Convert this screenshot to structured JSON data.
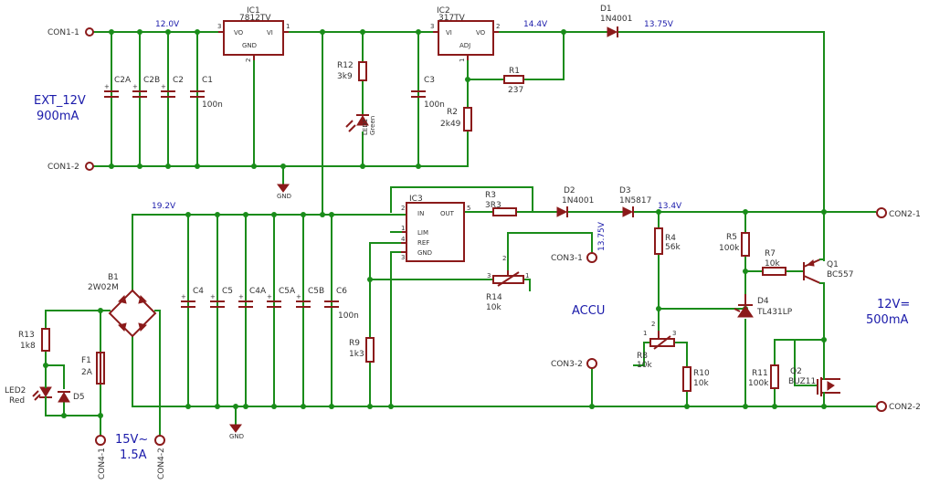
{
  "connectors": {
    "con1_1": "CON1-1",
    "con1_2": "CON1-2",
    "con2_1": "CON2-1",
    "con2_2": "CON2-2",
    "con3_1": "CON3-1",
    "con3_2": "CON3-2",
    "con4_1": "CON4-1",
    "con4_2": "CON4-2"
  },
  "nets": {
    "v12": "12.0V",
    "v14_4": "14.4V",
    "v13_75a": "13.75V",
    "v19_2": "19.2V",
    "v13_4": "13.4V",
    "v13_75b": "13.75V",
    "gnd1": "GND",
    "gnd2": "GND"
  },
  "labels": {
    "ext_line1": "EXT_12V",
    "ext_line2": "900mA",
    "out_line1": "12V=",
    "out_line2": "500mA",
    "in_line1": "15V~",
    "in_line2": "1.5A",
    "accu": "ACCU"
  },
  "components": {
    "ic1": {
      "name": "IC1",
      "value": "7812TV",
      "p1": "VO",
      "p2": "VI",
      "p3": "GND",
      "n1": "3",
      "n2": "1",
      "n3": "2"
    },
    "ic2": {
      "name": "IC2",
      "value": "317TV",
      "p1": "VI",
      "p2": "VO",
      "p3": "ADJ",
      "n1": "3",
      "n2": "2",
      "n3": "1"
    },
    "ic3": {
      "name": "IC3",
      "p_in": "IN",
      "p_out": "OUT",
      "p_lim": "LIM",
      "p_ref": "REF",
      "p_gnd": "GND",
      "n_in": "2",
      "n_out": "5",
      "n_lim": "1",
      "n_ref": "4",
      "n_gnd": "3"
    },
    "d1": {
      "name": "D1",
      "value": "1N4001"
    },
    "d2": {
      "name": "D2",
      "value": "1N4001"
    },
    "d3": {
      "name": "D3",
      "value": "1N5817"
    },
    "d4": {
      "name": "D4",
      "value": "TL431LP"
    },
    "d5": {
      "name": "D5"
    },
    "c2a": {
      "name": "C2A"
    },
    "c2b": {
      "name": "C2B"
    },
    "c2": {
      "name": "C2"
    },
    "c1": {
      "name": "C1",
      "value": "100n"
    },
    "c3": {
      "name": "C3",
      "value": "100n"
    },
    "c4": {
      "name": "C4"
    },
    "c5": {
      "name": "C5"
    },
    "c4a": {
      "name": "C4A"
    },
    "c5a": {
      "name": "C5A"
    },
    "c5b": {
      "name": "C5B"
    },
    "c6": {
      "name": "C6",
      "value": "100n"
    },
    "r1": {
      "name": "R1",
      "value": "237"
    },
    "r2": {
      "name": "R2",
      "value": "2k49"
    },
    "r3": {
      "name": "R3",
      "value": "3R3"
    },
    "r4": {
      "name": "R4",
      "value": "56k"
    },
    "r5": {
      "name": "R5",
      "value": "100k"
    },
    "r7": {
      "name": "R7",
      "value": "10k"
    },
    "r8": {
      "name": "R8",
      "value": "10k"
    },
    "r9": {
      "name": "R9",
      "value": "1k3"
    },
    "r10": {
      "name": "R10",
      "value": "10k"
    },
    "r11": {
      "name": "R11",
      "value": "100k"
    },
    "r12": {
      "name": "R12",
      "value": "3k9"
    },
    "r13": {
      "name": "R13",
      "value": "1k8"
    },
    "r14": {
      "name": "R14",
      "value": "10k"
    },
    "led1": {
      "name": "LED1",
      "value": "Green"
    },
    "led2": {
      "name": "LED2",
      "value": "Red"
    },
    "b1": {
      "name": "B1",
      "value": "2W02M"
    },
    "f1": {
      "name": "F1",
      "value": "2A"
    },
    "q1": {
      "name": "Q1",
      "value": "BC557"
    },
    "q2": {
      "name": "Q2",
      "value": "BUZ11"
    }
  },
  "colors": {
    "wire": "#1a8c1a",
    "part": "#8b1a1a",
    "net_label": "#1a1aaa",
    "text": "#333333"
  }
}
